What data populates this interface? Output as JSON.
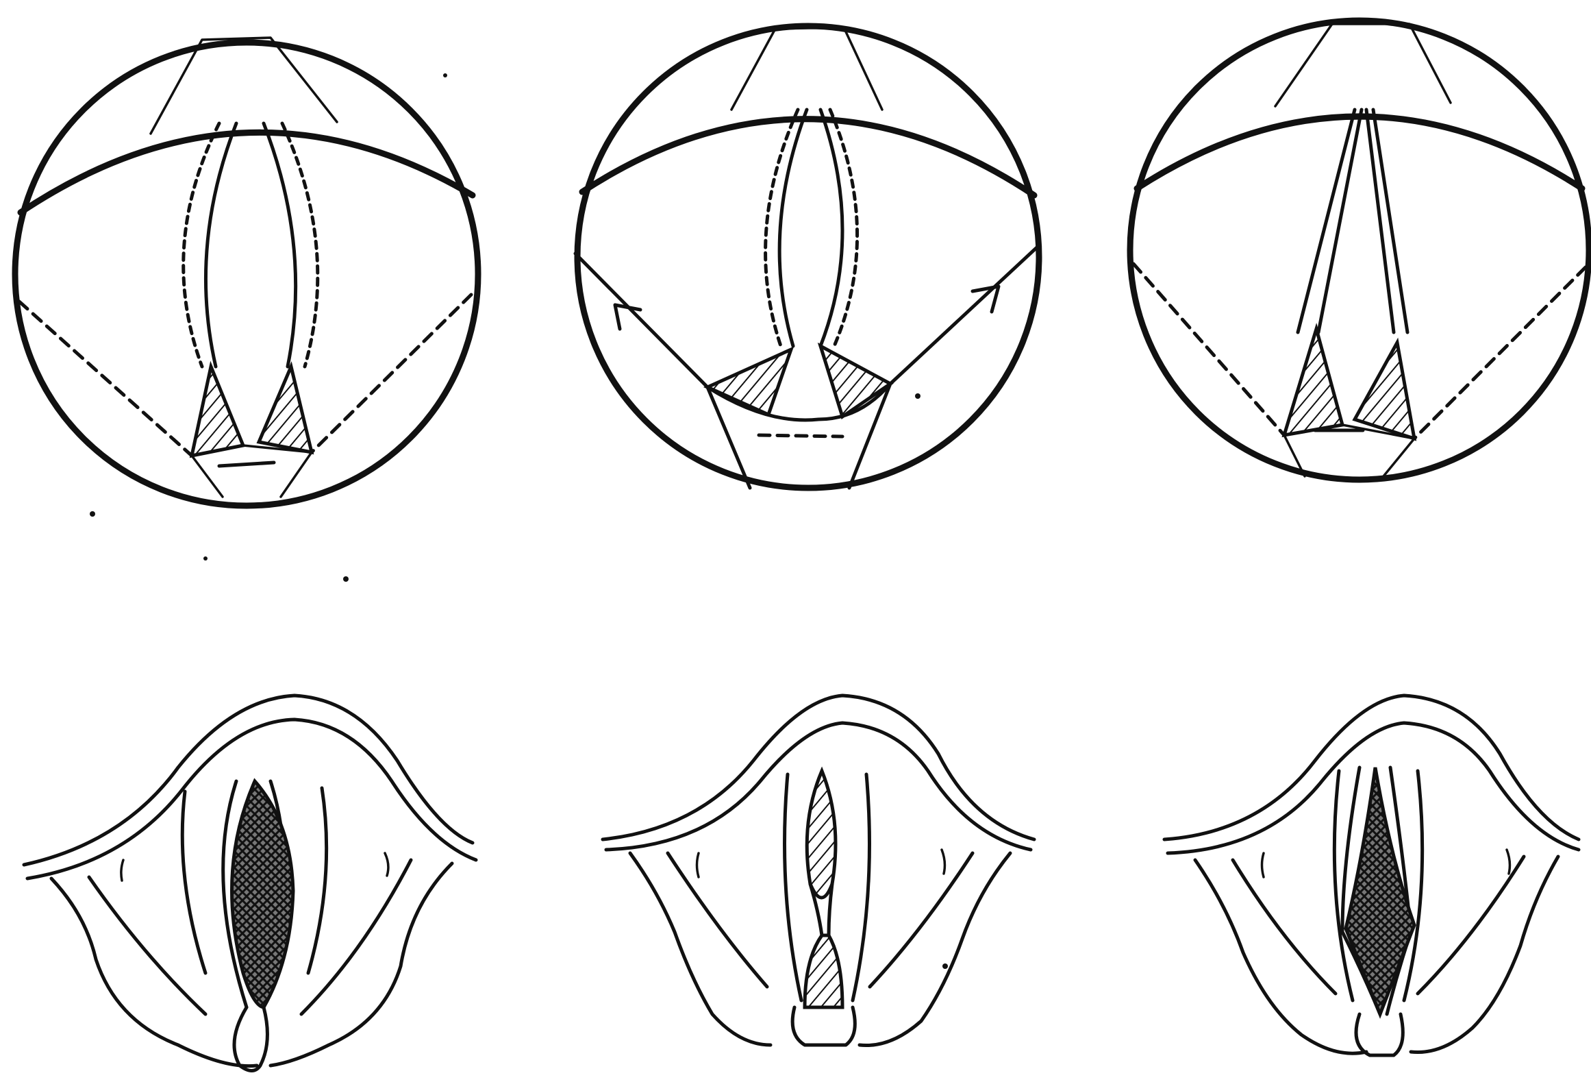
{
  "figure": {
    "panels": [
      {
        "id": "glottis-open-top"
      },
      {
        "id": "glottis-posterior-gap-top"
      },
      {
        "id": "glottis-narrow-top"
      },
      {
        "id": "larynx-open-bottom"
      },
      {
        "id": "larynx-hourglass-bottom"
      },
      {
        "id": "larynx-posterior-gap-bottom"
      }
    ],
    "colors": {
      "ink": "#111111",
      "paper": "#ffffff"
    }
  }
}
